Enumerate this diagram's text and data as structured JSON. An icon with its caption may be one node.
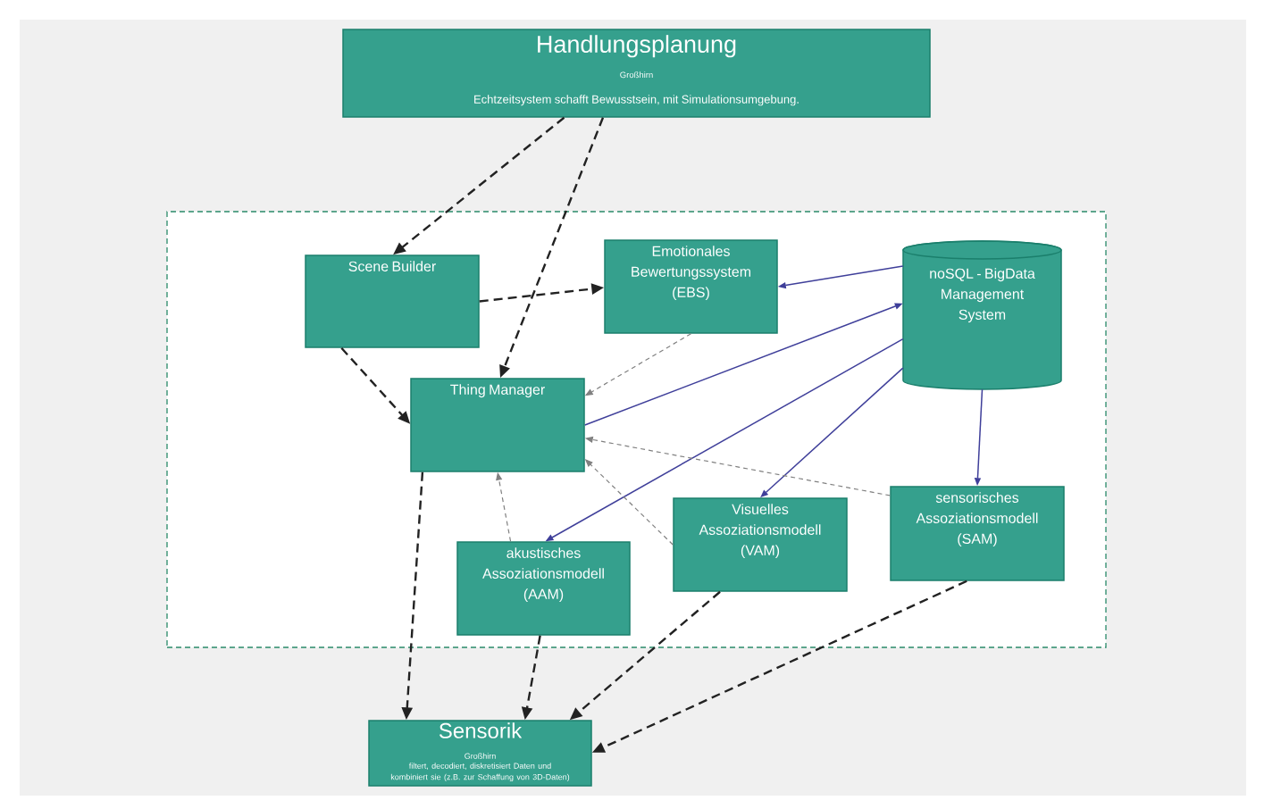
{
  "diagram": {
    "nodes": [
      {
        "text": [
          "Handlungsplanung",
          "Großhirn",
          "Echtzeitsystem schafft Bewusstsein, mit Simulationsumgebung."
        ]
      },
      {
        "text": [],
        "shape": "box"
      },
      {
        "text": [
          "Scene Builder"
        ],
        "in": 1
      },
      {
        "text": [
          "Emotionales Bewertungssystem (EBS)"
        ],
        "in": 1
      },
      {
        "text": [
          "noSQL - BigData Management System"
        ],
        "in": 1
      },
      {
        "text": [
          "Thing Manager"
        ],
        "in": 1
      },
      {
        "text": [
          "akustisches Assoziationsmodell (AAM)"
        ],
        "in": 1
      },
      {
        "text": [
          "Visuelles Assoziationsmodell (VAM)"
        ],
        "in": 1
      },
      {
        "text": [
          "sensorisches Assoziationsmodell (SAM)"
        ],
        "in": 1
      },
      {
        "text": [
          "Sensorik",
          "Großhirn",
          "filtert, decodiert, diskretisiert Daten und kombiniert sie (z.B. zur Schaffung von 3D-Daten)"
        ]
      }
    ],
    "edges": [
      {
        "from": 0,
        "to": 2,
        "arrow": "to",
        "style": "dashed"
      },
      {
        "from": 0,
        "to": 5,
        "arrow": "to",
        "style": "dashed"
      },
      {
        "from": 2,
        "to": 3,
        "arrow": "to",
        "style": "dashed"
      },
      {
        "from": 2,
        "to": 5,
        "arrow": "to",
        "style": "dashed"
      },
      {
        "from": 4,
        "to": 3,
        "arrow": "to",
        "color": "#3f3f9a"
      },
      {
        "from": 5,
        "to": 4,
        "arrow": "to",
        "color": "#3f3f9a"
      },
      {
        "from": 4,
        "to": 6,
        "arrow": "to",
        "color": "#3f3f9a"
      },
      {
        "from": 4,
        "to": 7,
        "arrow": "to",
        "color": "#3f3f9a"
      },
      {
        "from": 4,
        "to": 8,
        "arrow": "to",
        "color": "#3f3f9a"
      },
      {
        "from": 3,
        "to": 5,
        "arrow": "to",
        "style": "dashed",
        "color": "#808080"
      },
      {
        "from": 6,
        "to": 5,
        "arrow": "to",
        "style": "dashed",
        "color": "#808080"
      },
      {
        "from": 7,
        "to": 5,
        "arrow": "to",
        "style": "dashed",
        "color": "#808080"
      },
      {
        "from": 8,
        "to": 5,
        "arrow": "to",
        "style": "dashed",
        "color": "#808080"
      },
      {
        "from": 5,
        "to": 9,
        "arrow": "to",
        "style": "dashed"
      },
      {
        "from": 6,
        "to": 9,
        "arrow": "to",
        "style": "dashed"
      },
      {
        "from": 7,
        "to": 9,
        "arrow": "to",
        "style": "dashed"
      },
      {
        "from": 8,
        "to": 9,
        "arrow": "to",
        "style": "dashed"
      }
    ]
  }
}
